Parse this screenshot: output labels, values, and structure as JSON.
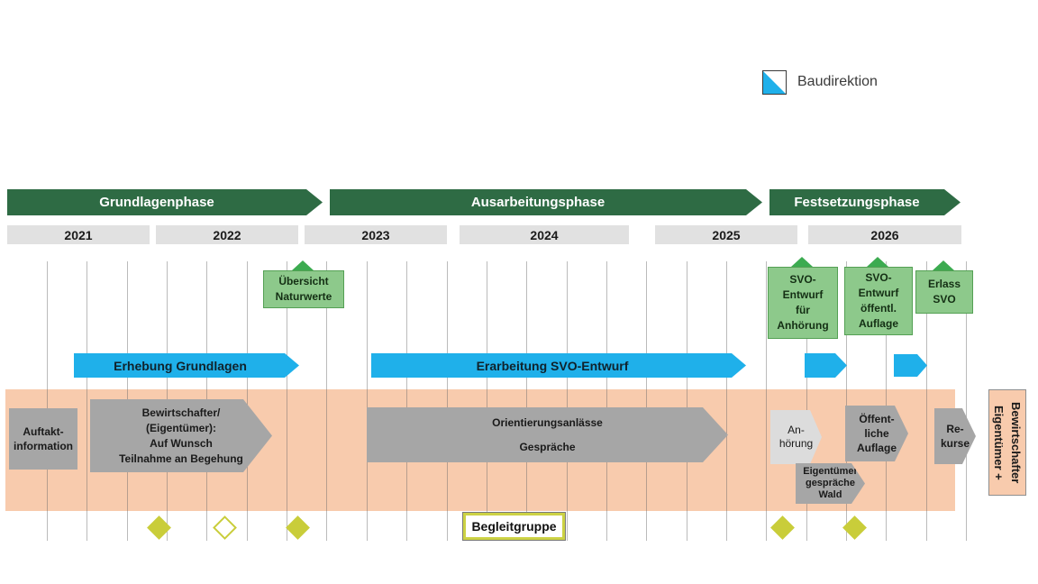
{
  "legend": {
    "label": "Baudirektion",
    "icon": "baudirektion-flag-icon"
  },
  "phases": [
    {
      "label": "Grundlagenphase"
    },
    {
      "label": "Ausarbeitungsphase"
    },
    {
      "label": "Festsetzungsphase"
    }
  ],
  "years": [
    "2021",
    "2022",
    "2023",
    "2024",
    "2025",
    "2026"
  ],
  "green_milestones": [
    {
      "label": "Übersicht\nNaturwerte"
    },
    {
      "label": "SVO-\nEntwurf\nfür\nAnhörung"
    },
    {
      "label": "SVO-\nEntwurf\nöffentl.\nAuflage"
    },
    {
      "label": "Erlass\nSVO"
    }
  ],
  "blue_activities": [
    {
      "label": "Erhebung Grundlagen"
    },
    {
      "label": "Erarbeitung SVO-Entwurf"
    },
    {
      "label": ""
    },
    {
      "label": ""
    }
  ],
  "stakeholder_items": [
    {
      "label": "Auftakt-\ninformation"
    },
    {
      "label": "Bewirtschafter/\n(Eigentümer):\nAuf Wunsch\nTeilnahme an Begehung"
    },
    {
      "label": "Orientierungsanlässe\nGespräche"
    },
    {
      "label": "An-\nhörung"
    },
    {
      "label": "Öffent-\nliche\nAuflage"
    },
    {
      "label": "Eigentümer\ngespräche\nWald"
    },
    {
      "label": "Re-\nkurse"
    }
  ],
  "side_label": {
    "label": "Eigentümer +\nBewirtschafter"
  },
  "begleitgruppe": {
    "label": "Begleitgruppe"
  },
  "diamond_markers": {
    "count": 5,
    "filled": [
      true,
      false,
      true,
      true,
      true
    ]
  },
  "colors": {
    "phase_green": "#2e6b44",
    "milestone_green": "#8dc98b",
    "triangle_green": "#3cab50",
    "activity_blue": "#1fb0ea",
    "band_salmon": "#f8cbad",
    "shape_gray": "#a6a6a6",
    "shape_light_gray": "#dcdcdc",
    "diamond_olive": "#c9cd3a"
  }
}
